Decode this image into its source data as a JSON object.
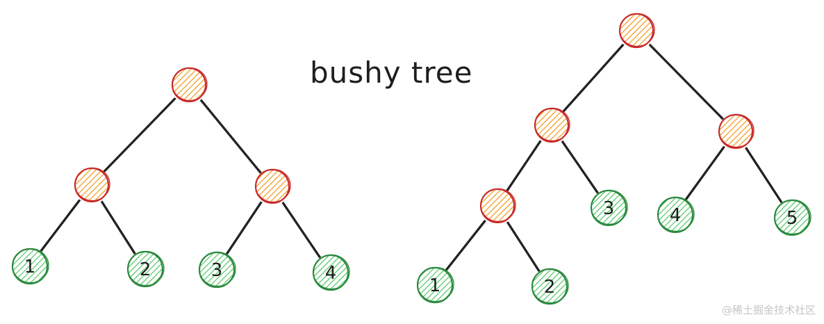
{
  "title": "bushy tree",
  "watermark": "@稀土掘金技术社区",
  "colors": {
    "inner_stroke": "#c92a2a",
    "inner_fill": "#f08c00",
    "leaf_stroke": "#2b8a3e",
    "leaf_fill": "#40c057",
    "edge": "#1e1e1e"
  },
  "trees": [
    {
      "name": "left-tree",
      "nodes": [
        {
          "id": "a",
          "kind": "inner",
          "label": ""
        },
        {
          "id": "b",
          "kind": "inner",
          "label": ""
        },
        {
          "id": "c",
          "kind": "inner",
          "label": ""
        },
        {
          "id": "l1",
          "kind": "leaf",
          "label": "1"
        },
        {
          "id": "l2",
          "kind": "leaf",
          "label": "2"
        },
        {
          "id": "l3",
          "kind": "leaf",
          "label": "3"
        },
        {
          "id": "l4",
          "kind": "leaf",
          "label": "4"
        }
      ],
      "edges": [
        [
          "a",
          "b"
        ],
        [
          "a",
          "c"
        ],
        [
          "b",
          "l1"
        ],
        [
          "b",
          "l2"
        ],
        [
          "c",
          "l3"
        ],
        [
          "c",
          "l4"
        ]
      ]
    },
    {
      "name": "right-tree",
      "nodes": [
        {
          "id": "r",
          "kind": "inner",
          "label": ""
        },
        {
          "id": "m",
          "kind": "inner",
          "label": ""
        },
        {
          "id": "n",
          "kind": "inner",
          "label": ""
        },
        {
          "id": "o",
          "kind": "inner",
          "label": ""
        },
        {
          "id": "l1",
          "kind": "leaf",
          "label": "1"
        },
        {
          "id": "l2",
          "kind": "leaf",
          "label": "2"
        },
        {
          "id": "l3",
          "kind": "leaf",
          "label": "3"
        },
        {
          "id": "l4",
          "kind": "leaf",
          "label": "4"
        },
        {
          "id": "l5",
          "kind": "leaf",
          "label": "5"
        }
      ],
      "edges": [
        [
          "r",
          "m"
        ],
        [
          "r",
          "n"
        ],
        [
          "m",
          "o"
        ],
        [
          "m",
          "l3"
        ],
        [
          "o",
          "l1"
        ],
        [
          "o",
          "l2"
        ],
        [
          "n",
          "l4"
        ],
        [
          "n",
          "l5"
        ]
      ]
    }
  ]
}
